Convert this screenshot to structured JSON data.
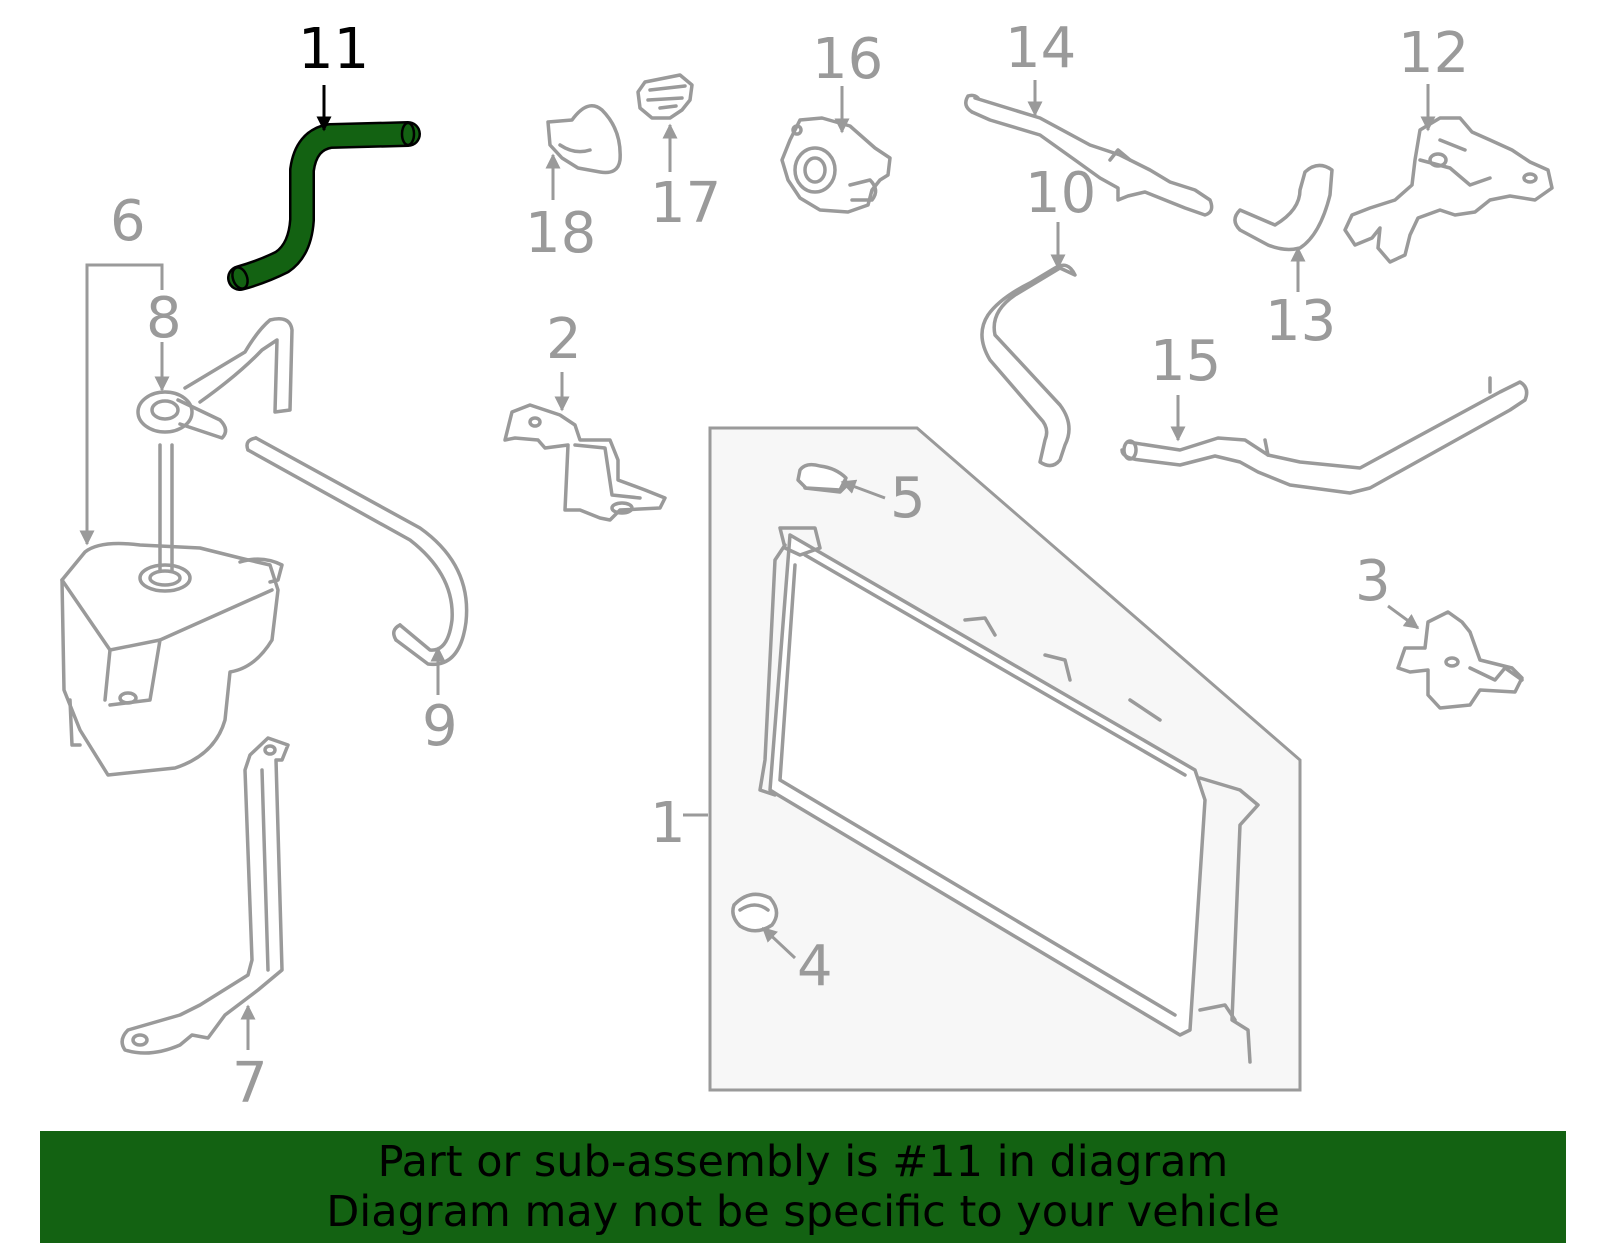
{
  "colors": {
    "highlight": "#136212",
    "part_stroke": "#9a9a9a",
    "box_fill": "#f7f7f7",
    "banner_text": "#000000"
  },
  "highlighted_part": "11",
  "labels": {
    "p1": "1",
    "p2": "2",
    "p3": "3",
    "p4": "4",
    "p5": "5",
    "p6": "6",
    "p7": "7",
    "p8": "8",
    "p9": "9",
    "p10": "10",
    "p11": "11",
    "p12": "12",
    "p13": "13",
    "p14": "14",
    "p15": "15",
    "p16": "16",
    "p17": "17",
    "p18": "18"
  },
  "banner": {
    "line1": "Part or sub-assembly is #11 in diagram",
    "line2": "Diagram may not be specific to your vehicle"
  }
}
